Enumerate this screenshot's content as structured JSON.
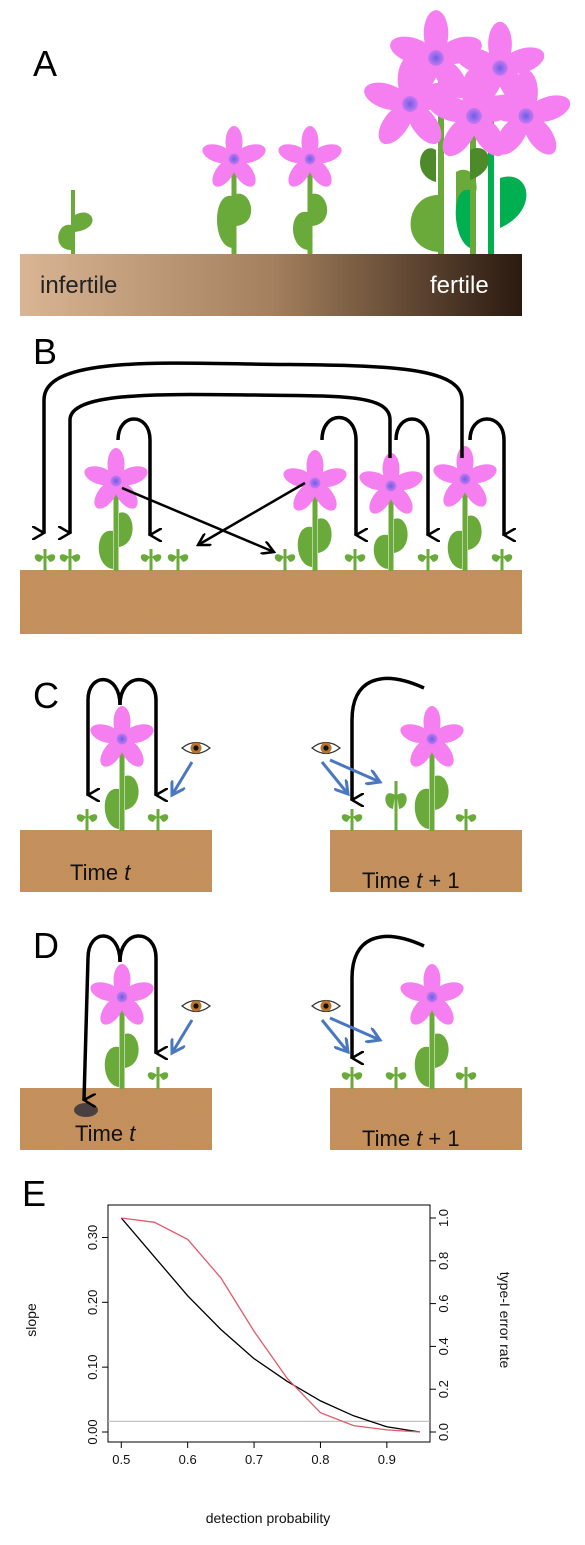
{
  "panels": {
    "a": {
      "letter": "A",
      "soil_left": "infertile",
      "soil_right": "fertile"
    },
    "b": {
      "letter": "B"
    },
    "c": {
      "letter": "C",
      "time_left": "Time ",
      "time_left_italic": "t",
      "time_right": "Time ",
      "time_right_italic": "t",
      "time_right_suffix": " + 1"
    },
    "d": {
      "letter": "D",
      "time_left": "Time ",
      "time_left_italic": "t",
      "time_right": "Time ",
      "time_right_italic": "t",
      "time_right_suffix": " + 1"
    },
    "e": {
      "letter": "E"
    }
  },
  "colors": {
    "petal": "#f57ff0",
    "center": "#9b59e6",
    "leaf": "#6aaa3a",
    "leaf_dark": "#4d8a2a",
    "leaf_bright": "#00b050",
    "soil": "#c9905a",
    "arrow_blue": "#4a78c0",
    "black_series": "#000000",
    "red_series": "#e05a6a",
    "reference_line": "#bbbbbb"
  },
  "chart_data": {
    "type": "line",
    "title": "",
    "xlabel": "detection probability",
    "ylabel": "slope",
    "y2label": "type-I error rate",
    "xlim": [
      0.5,
      0.95
    ],
    "ylim": [
      0,
      0.33
    ],
    "y2lim": [
      0,
      1.0
    ],
    "x_ticks": [
      "0.5",
      "0.6",
      "0.7",
      "0.8",
      "0.9"
    ],
    "y_ticks": [
      "0.00",
      "0.10",
      "0.20",
      "0.30"
    ],
    "y2_ticks": [
      "0.0",
      "0.2",
      "0.4",
      "0.6",
      "0.8",
      "1.0"
    ],
    "grid": false,
    "series": [
      {
        "axis": "left",
        "x": [
          0.5,
          0.55,
          0.6,
          0.65,
          0.7,
          0.75,
          0.8,
          0.85,
          0.9,
          0.95
        ],
        "values": [
          0.33,
          0.27,
          0.21,
          0.158,
          0.113,
          0.078,
          0.048,
          0.025,
          0.008,
          0.0
        ]
      },
      {
        "axis": "right",
        "x": [
          0.5,
          0.55,
          0.6,
          0.65,
          0.7,
          0.75,
          0.8,
          0.85,
          0.9,
          0.95
        ],
        "values": [
          1.0,
          0.98,
          0.9,
          0.72,
          0.47,
          0.25,
          0.09,
          0.03,
          0.01,
          0.0
        ]
      }
    ],
    "reference_line": {
      "axis": "right",
      "value": 0.05
    }
  }
}
